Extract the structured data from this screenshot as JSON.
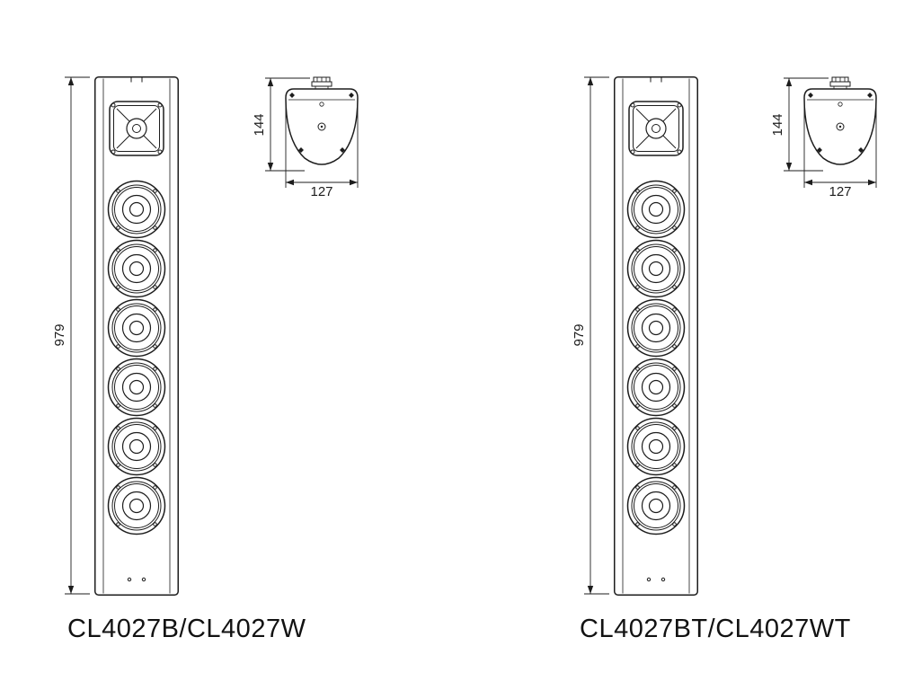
{
  "drawing": {
    "line_color": "#1d1d1d",
    "background_color": "#ffffff",
    "left_view": {
      "model_label": "CL4027B/CL4027W",
      "front_height_dim": "979",
      "top_view_height_dim": "144",
      "top_view_width_dim": "127"
    },
    "right_view": {
      "model_label": "CL4027BT/CL4027WT",
      "front_height_dim": "979",
      "top_view_height_dim": "144",
      "top_view_width_dim": "127"
    }
  }
}
